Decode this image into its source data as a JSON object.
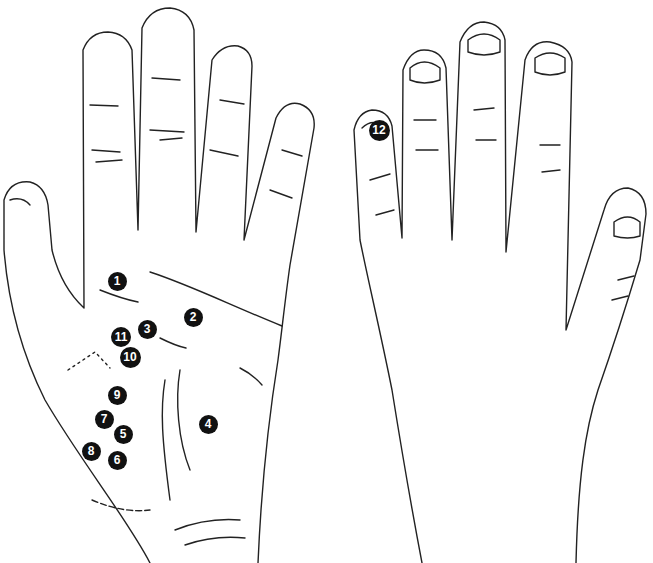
{
  "diagram": {
    "nodes": [
      {
        "text": [
          "1"
        ]
      },
      {
        "text": [
          "2"
        ]
      },
      {
        "text": [
          "11"
        ]
      },
      {
        "text": [
          "3"
        ]
      },
      {
        "text": [
          "10"
        ]
      },
      {
        "text": [
          "9"
        ]
      },
      {
        "text": [
          "4"
        ]
      },
      {
        "text": [
          "7"
        ]
      },
      {
        "text": [
          "5"
        ]
      },
      {
        "text": [
          "8"
        ]
      },
      {
        "text": [
          "6"
        ]
      },
      {
        "text": [
          "12"
        ]
      }
    ]
  }
}
